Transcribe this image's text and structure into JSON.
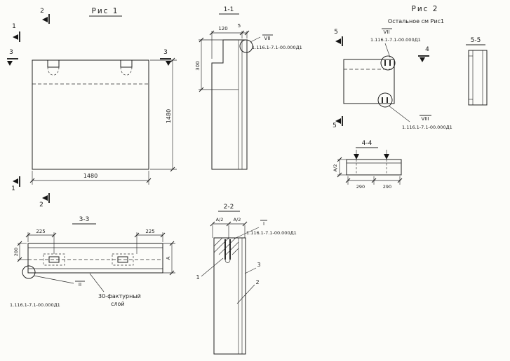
{
  "fig1": {
    "title": "Рис 1",
    "cut_marks": {
      "m1": "1",
      "m2": "2",
      "m3": "3"
    },
    "dim_height": "1480",
    "dim_width": "1480"
  },
  "section11": {
    "title": "1-1",
    "dim_120": "120",
    "dim_5": "5",
    "dim_300": "300",
    "detail_label": "VII",
    "detail_ref": "1.116.1-7.1-00.000Д1"
  },
  "fig2": {
    "title": "Рис 2",
    "note": "Остальное см Рис1",
    "top_detail_label": "VII",
    "top_detail_ref": "1.116.1-7.1-00.000Д1",
    "bottom_detail_label": "VIII",
    "bottom_detail_ref": "1.116.1-7.1-00.000Д1",
    "cut_mark_5": "5",
    "cut_mark_4": "4"
  },
  "section55": {
    "title": "5-5"
  },
  "section44": {
    "title": "4-4",
    "dim_half_a": "А/2",
    "dim_290_left": "290",
    "dim_290_right": "290"
  },
  "section33": {
    "title": "3-3",
    "dim_225_left": "225",
    "dim_225_right": "225",
    "dim_200": "200",
    "dim_a": "А",
    "detail_label": "II",
    "detail_ref": "1.116.1-7.1-00.000Д1",
    "note_line1": "30-фактурный",
    "note_line2": "слой"
  },
  "section22": {
    "title": "2-2",
    "dim_half_a_left": "А/2",
    "dim_half_a_right": "А/2",
    "detail_label": "I",
    "detail_ref": "1.116.1-7.1-00.000Д1",
    "callout_1": "1",
    "callout_2": "2",
    "callout_3": "3"
  }
}
